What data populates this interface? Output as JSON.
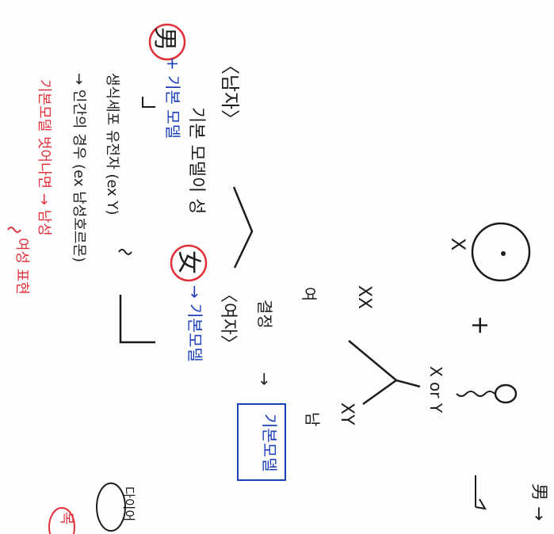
{
  "labels": {
    "male_symbol": "男",
    "brace_male": "〈남자〉",
    "plus_basic_left": "+ 기본 모델",
    "chromosome_x": "X",
    "chromosome_y": "Y",
    "x_or_y": "X or Y",
    "plus": "+",
    "xx": "XX",
    "xx_sub": "여",
    "xy": "XY",
    "xy_sub": "남",
    "basic_model_yes": "기본 모델이 성",
    "female_symbol": "女",
    "arrow_basic_model": "→ 기본모델",
    "brace_female": "〈여자〉",
    "sex_determination": "결정",
    "arrow": "→",
    "boxed_label": "기본모델",
    "line_gene": "생식세포 유전자 (ex Y)",
    "line_example": "→ 인간의 경우 (ex 남성호르몬)",
    "line_red": "기본모델 벗어나면 → 남성",
    "line_red_prefix": "→",
    "line_red_side": "여성 표현",
    "bottom_right_arrow": "男 →",
    "bottom_small_1": "다이어",
    "bottom_small_2": "목"
  },
  "colors": {
    "ink": "#1c1c1c",
    "blue": "#1a3fb8",
    "red": "#e0313a"
  }
}
